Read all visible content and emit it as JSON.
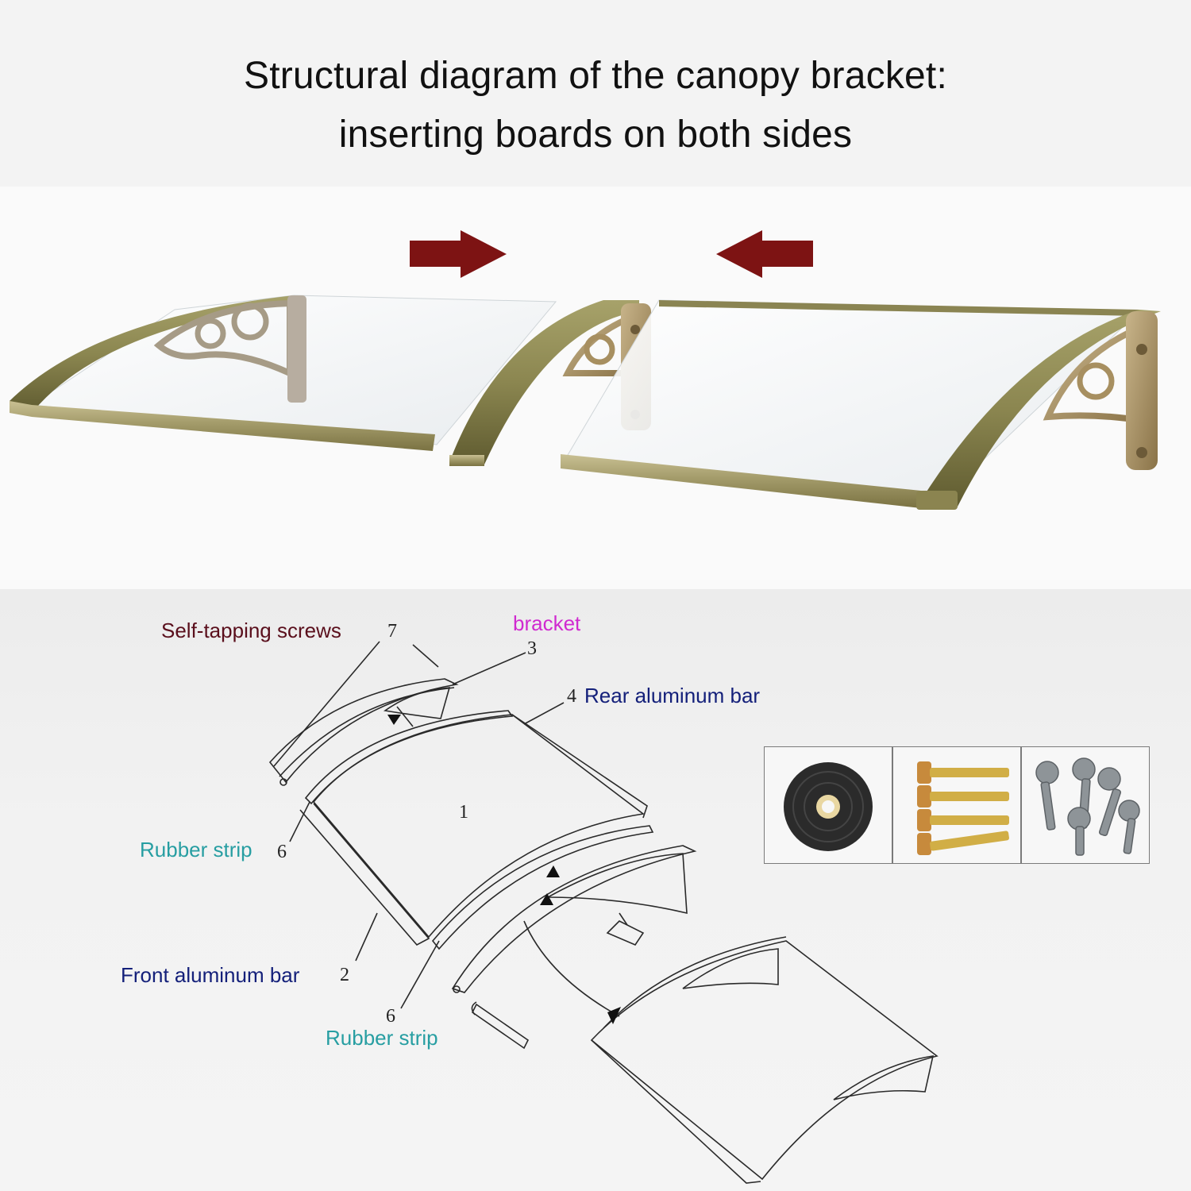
{
  "title": {
    "line1": "Structural diagram of the canopy bracket:",
    "line2": "inserting boards on both sides"
  },
  "labels": {
    "screws": "Self-tapping screws",
    "screws_num": "7",
    "bracket": "bracket",
    "bracket_num": "3",
    "rear_bar": "Rear aluminum bar",
    "rear_bar_num": "4",
    "panel_num": "1",
    "rubber_strip_left": "Rubber strip",
    "rubber_strip_left_num": "6",
    "front_bar": "Front aluminum bar",
    "front_bar_num": "2",
    "rubber_strip_bottom": "Rubber strip",
    "rubber_strip_bottom_num": "6"
  },
  "colors": {
    "frame": "#8f8a55",
    "frame_dark": "#5e5a32",
    "arrow": "#7a1414",
    "screws_label": "#5a0f1c",
    "bracket_label": "#d02ad0",
    "navy_label": "#14207a",
    "teal_label": "#279ea2"
  },
  "icons": {
    "arrow_right": "red-arrow-right-icon",
    "arrow_left": "red-arrow-left-icon",
    "tape": "rubber-tape-roll-icon",
    "bolts": "expansion-bolts-icon",
    "screws": "self-tapping-screws-icon"
  }
}
